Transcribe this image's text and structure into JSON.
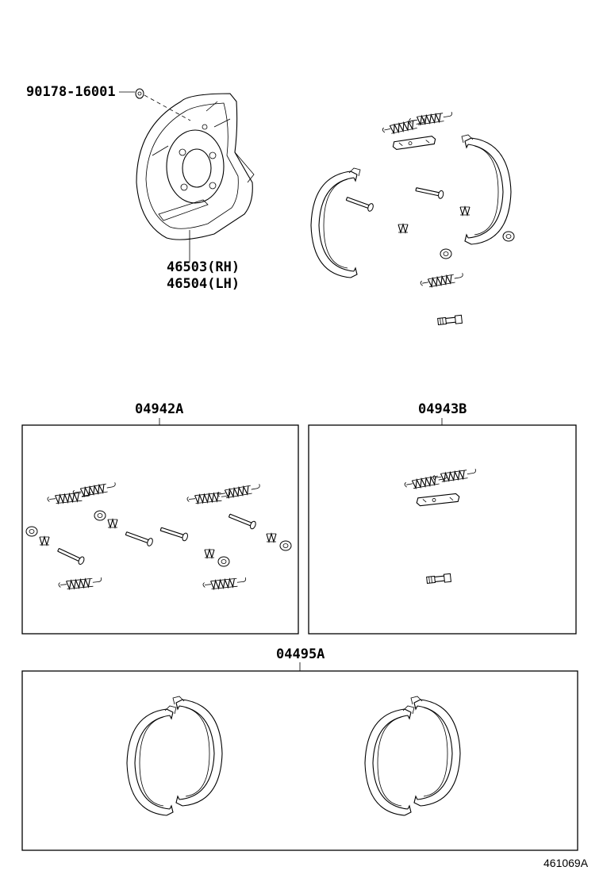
{
  "parts": {
    "bolt": "90178-16001",
    "plate_rh": "46503(RH)",
    "plate_lh": "46504(LH)"
  },
  "kits": {
    "spring_kit": "04942A",
    "adjust_kit": "04943B",
    "shoe_kit": "04495A"
  },
  "figure_number": "461069A"
}
